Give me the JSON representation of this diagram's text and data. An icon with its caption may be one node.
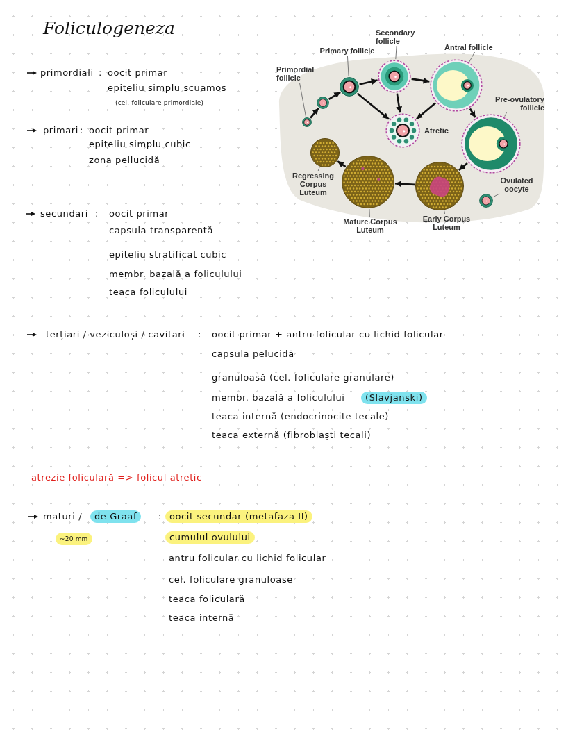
{
  "diagram": {
    "title": "Foliculogeneza",
    "nodes": [
      {
        "text": [
          "Primordial follicle"
        ]
      },
      {
        "text": [
          "Primary follicle"
        ]
      },
      {
        "text": [
          "Secondary follicle"
        ]
      },
      {
        "text": [
          "Antral follicle"
        ]
      },
      {
        "text": [
          "Pre-ovulatory follicle"
        ]
      },
      {
        "text": [
          "Regressing Corpus Luteum"
        ]
      },
      {
        "text": [
          "Mature Corpus Luteum"
        ]
      },
      {
        "text": [
          "Early Corpus Luteum"
        ]
      },
      {
        "text": [
          "Ovulated oocyte"
        ]
      },
      {
        "text": [],
        "shape": "picture"
      },
      {
        "text": [],
        "shape": "picture"
      },
      {
        "text": [],
        "shape": "picture"
      },
      {
        "text": [],
        "shape": "picture"
      },
      {
        "text": [],
        "shape": "picture"
      },
      {
        "text": [],
        "shape": "picture",
        "beside": [
          "Atretic"
        ]
      },
      {
        "text": [],
        "shape": "picture"
      },
      {
        "text": [],
        "shape": "picture"
      },
      {
        "text": [],
        "shape": "picture"
      },
      {
        "text": [],
        "shape": "picture"
      },
      {
        "text": [],
        "shape": "picture"
      }
    ],
    "edges": [
      {
        "from": 9,
        "to": 10,
        "arrow": "to"
      },
      {
        "from": 10,
        "to": 11,
        "arrow": "to"
      },
      {
        "from": 11,
        "to": 12,
        "arrow": "to"
      },
      {
        "from": 12,
        "to": 13,
        "arrow": "to"
      },
      {
        "from": 12,
        "to": 14,
        "arrow": "to"
      },
      {
        "from": 11,
        "to": 14,
        "arrow": "to"
      },
      {
        "from": 13,
        "to": 14,
        "arrow": "to"
      },
      {
        "from": 13,
        "to": 15,
        "arrow": "to"
      },
      {
        "from": 15,
        "to": 18,
        "arrow": "to"
      },
      {
        "from": 18,
        "to": 17,
        "arrow": "to"
      },
      {
        "from": 17,
        "to": 16,
        "arrow": "to"
      },
      {
        "from": 0,
        "to": 9,
        "arrow": "none",
        "color": "#777777"
      },
      {
        "from": 1,
        "to": 11,
        "arrow": "none",
        "color": "#777777"
      },
      {
        "from": 2,
        "to": 12,
        "arrow": "none",
        "color": "#777777"
      },
      {
        "from": 3,
        "to": 13,
        "arrow": "none",
        "color": "#777777"
      },
      {
        "from": 4,
        "to": 15,
        "arrow": "none",
        "color": "#777777"
      },
      {
        "from": 5,
        "to": 16,
        "arrow": "none",
        "color": "#777777"
      },
      {
        "from": 6,
        "to": 17,
        "arrow": "none",
        "color": "#777777"
      },
      {
        "from": 7,
        "to": 18,
        "arrow": "none",
        "color": "#777777"
      },
      {
        "from": 8,
        "to": 19,
        "arrow": "none",
        "color": "#777777"
      }
    ],
    "labels": [
      "primordiali",
      ":",
      "oocit primar",
      "epiteliu simplu scuamos",
      "(cel. foliculare primordiale)",
      "primari",
      ":",
      "oocit primar",
      "epiteliu simplu cubic",
      "zona pellucidă",
      "secundari",
      ":",
      "oocit primar",
      "capsula transparentă",
      "epiteliu stratificat cubic",
      "membr. bazală a foliculului",
      "teaca foliculului",
      "terțiari / veziculoși / cavitari",
      ":",
      "oocit primar + antru folicular cu lichid folicular",
      "capsula pelucidă",
      "granuloasă (cel. foliculare granulare)",
      "membr. bazală a foliculului",
      "(Slavjanski)",
      "teaca internă (endocrinocite tecale)",
      "teaca externă (fibroblaști tecali)",
      "atrezie foliculară => folicul atretic",
      "maturi /",
      "de Graaf",
      ":",
      "oocit secundar (metafaza II)",
      "~20 mm",
      "cumulul ovulului",
      "antru folicular cu lichid folicular",
      "cel. foliculare granuloase",
      "teaca foliculară",
      "teaca internă"
    ]
  }
}
